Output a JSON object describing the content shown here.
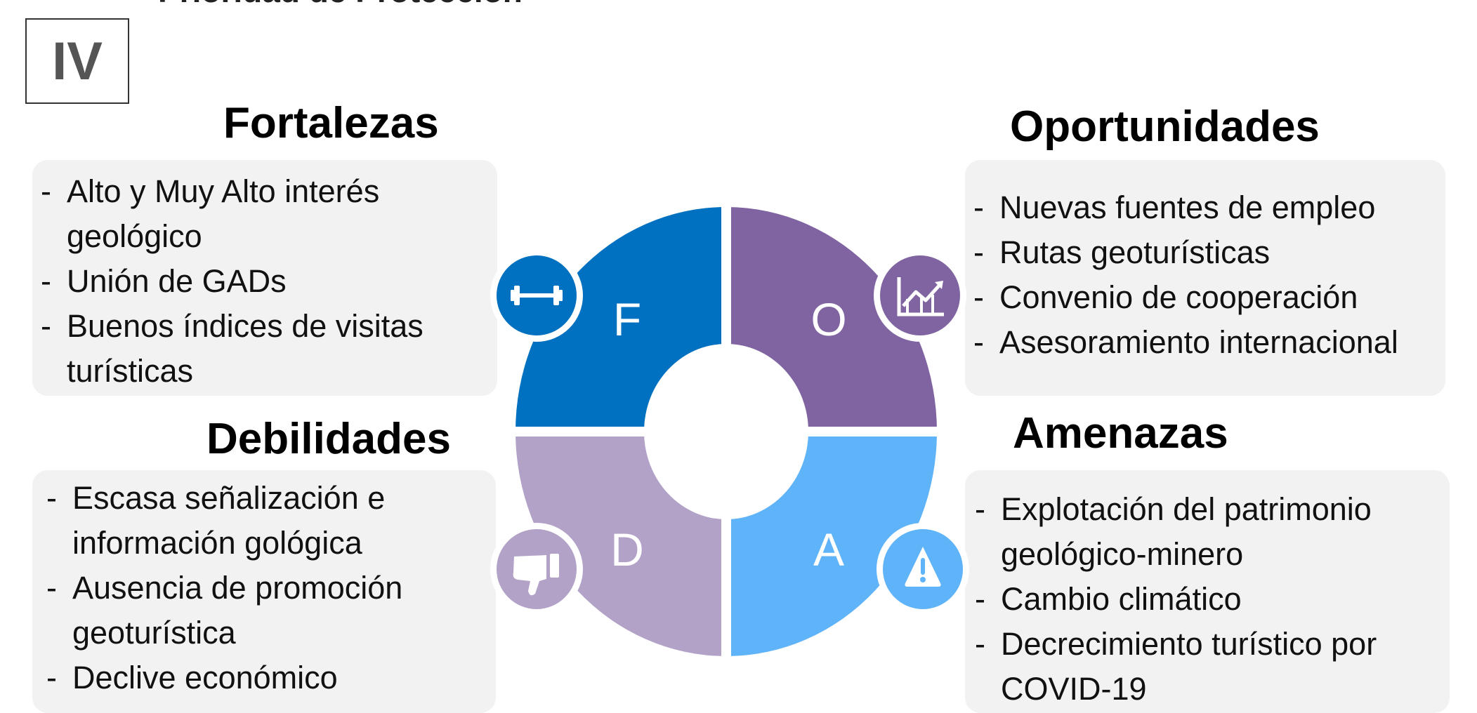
{
  "header": {
    "cut_title": "Prioridad de Protección",
    "section_number": "IV"
  },
  "quadrants": {
    "fortalezas": {
      "title": "Fortalezas",
      "letter": "F",
      "color": "#0070c0",
      "icon": "dumbbell-icon",
      "items": [
        [
          "Alto y Muy Alto interés",
          "geológico"
        ],
        [
          "Unión de GADs"
        ],
        [
          "Buenos índices de visitas",
          "turísticas"
        ]
      ]
    },
    "oportunidades": {
      "title": "Oportunidades",
      "letter": "O",
      "color": "#8064a2",
      "icon": "growth-chart-icon",
      "items": [
        [
          "Nuevas fuentes de empleo"
        ],
        [
          "Rutas geoturísticas"
        ],
        [
          "Convenio de cooperación"
        ],
        [
          "Asesoramiento internacional"
        ]
      ]
    },
    "debilidades": {
      "title": "Debilidades",
      "letter": "D",
      "color": "#b2a2c7",
      "icon": "thumbs-down-icon",
      "items": [
        [
          "Escasa señalización e",
          "información gológica"
        ],
        [
          "Ausencia de promoción",
          "geoturística"
        ],
        [
          "Declive económico"
        ]
      ]
    },
    "amenazas": {
      "title": "Amenazas",
      "letter": "A",
      "color": "#5eb3f9",
      "icon": "warning-icon",
      "items": [
        [
          "Explotación del patrimonio",
          "geológico-minero"
        ],
        [
          "Cambio climático"
        ],
        [
          "Decrecimiento turístico por",
          "COVID-19"
        ]
      ]
    }
  }
}
